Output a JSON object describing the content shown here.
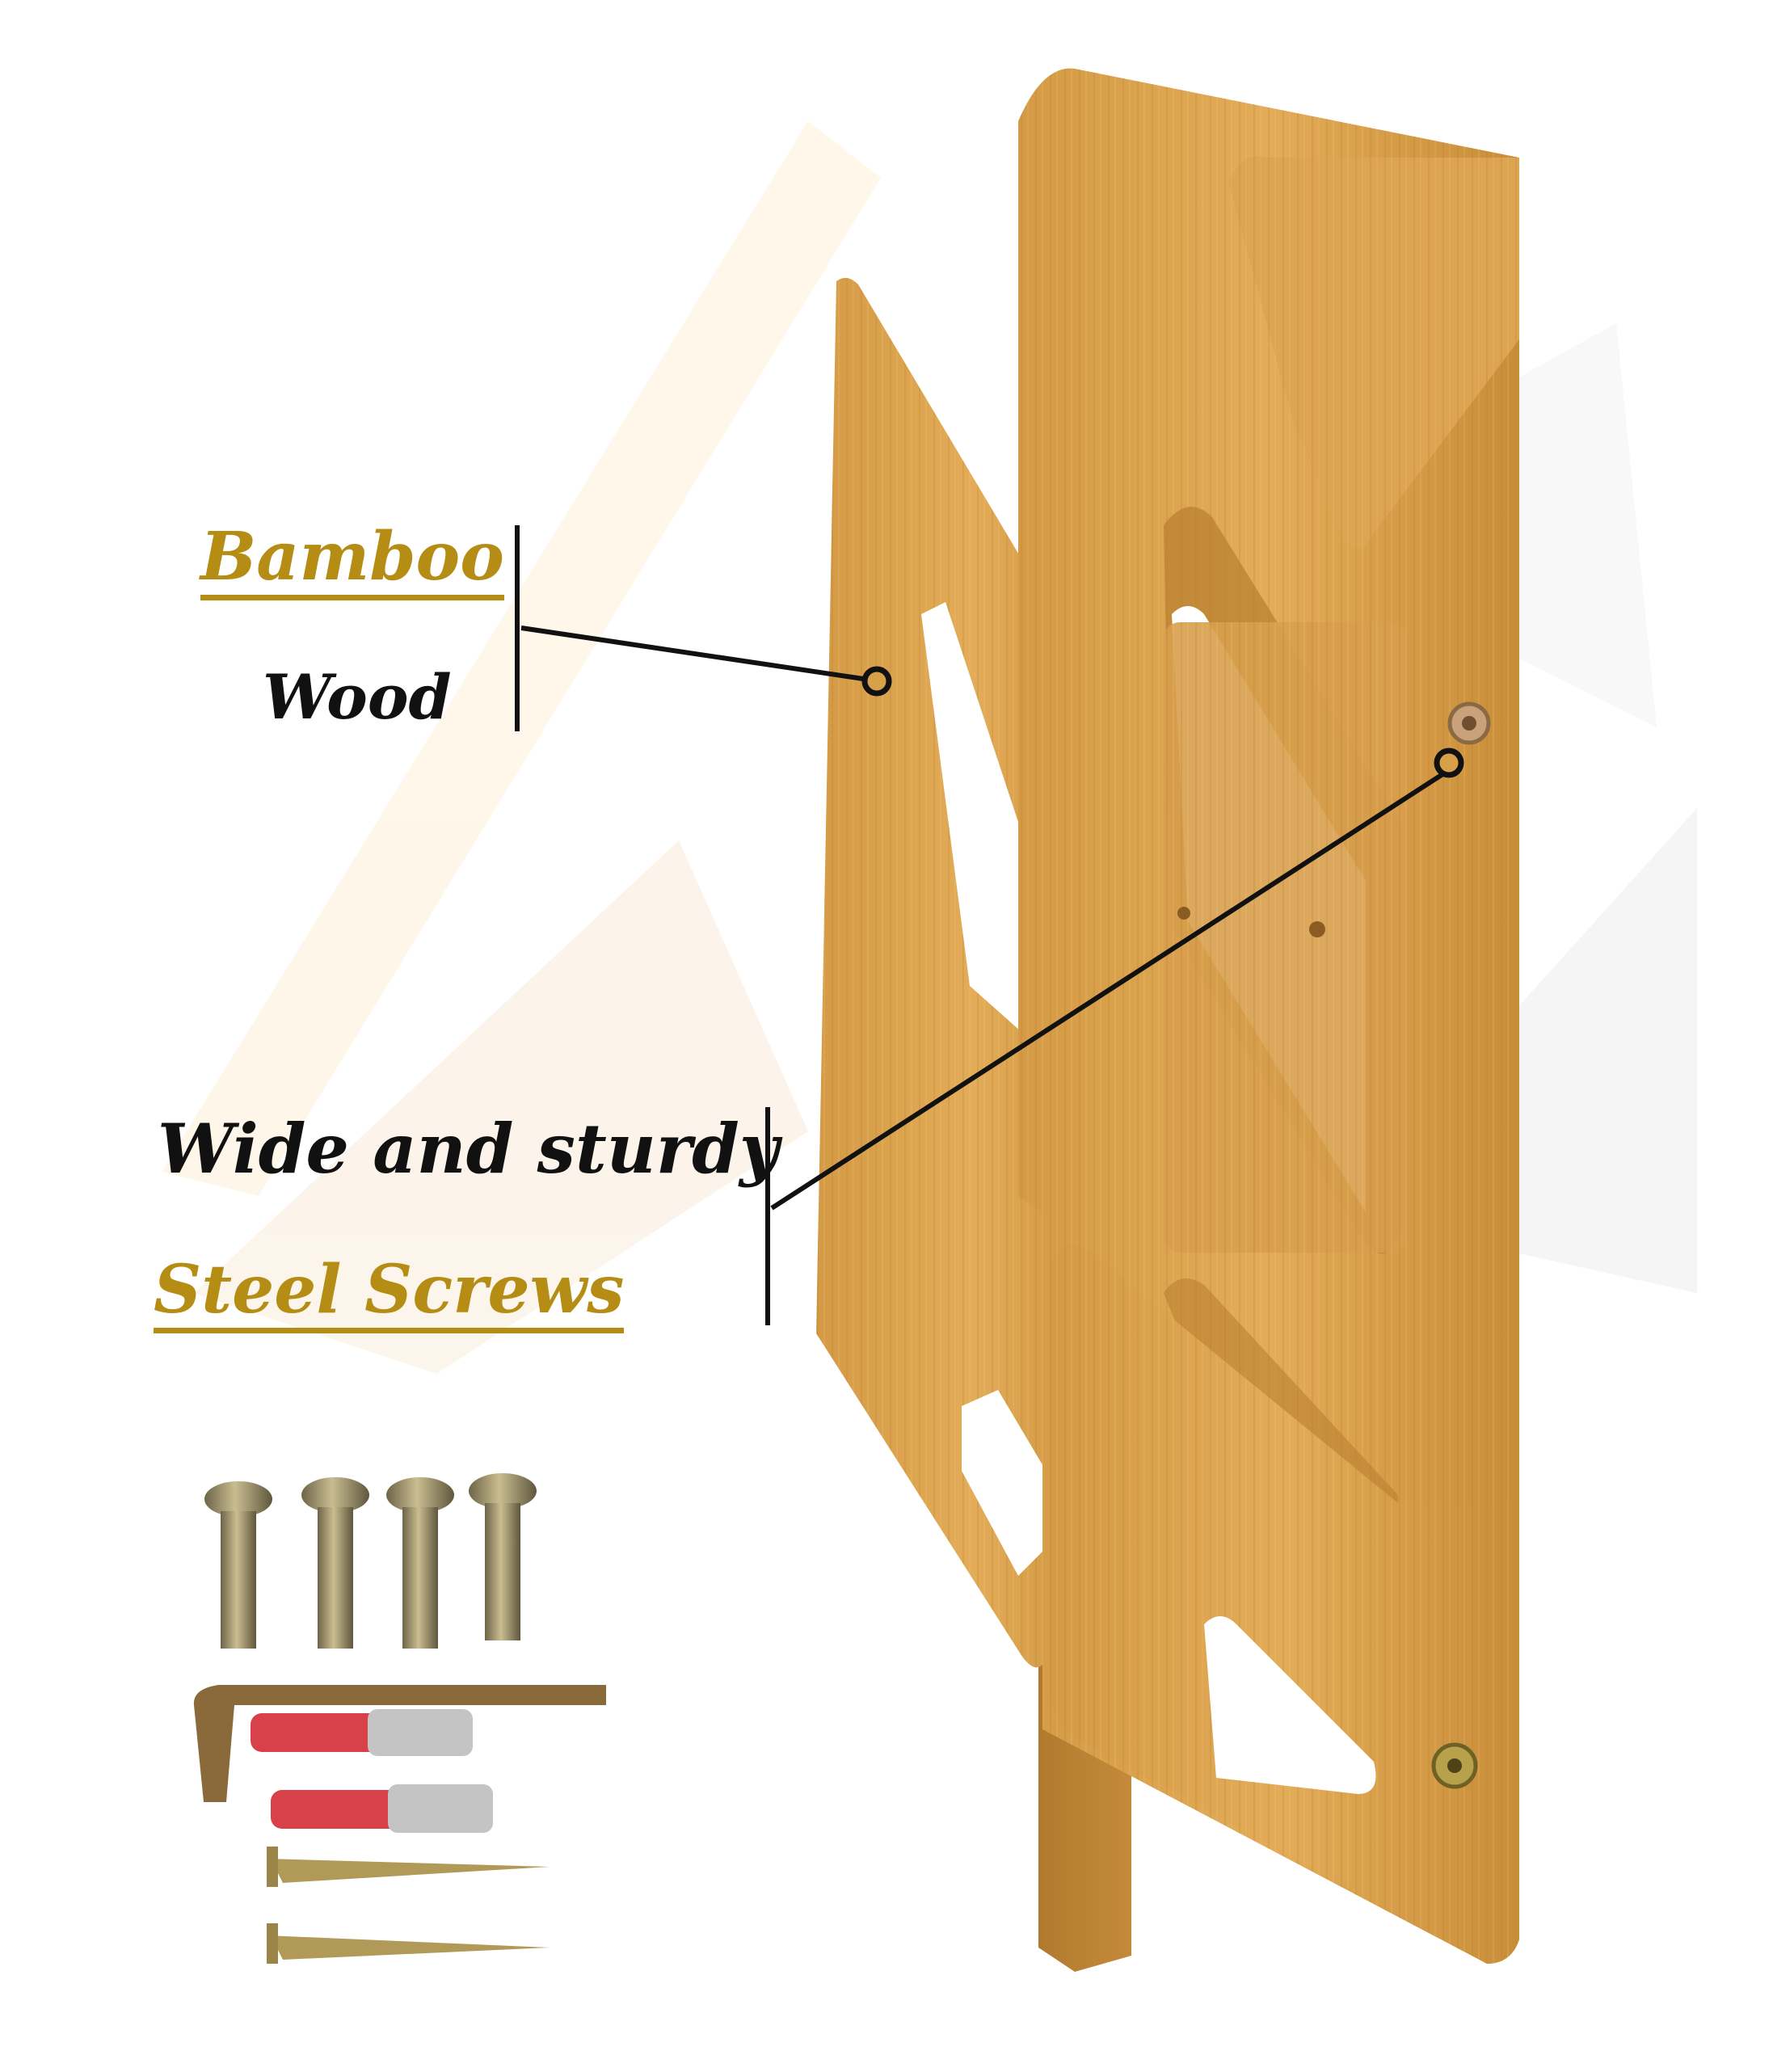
{
  "callouts": {
    "material": {
      "line1": "Bamboo",
      "line2": "Wood"
    },
    "hardware": {
      "line1": "Wide and sturdy",
      "line2": "Steel Screws"
    }
  },
  "colors": {
    "accent_gold": "#b58d14",
    "bamboo_light": "#e1a850",
    "bamboo_mid": "#c98f36",
    "bamboo_dark": "#a9742a",
    "callout_line": "#111111"
  },
  "image": {
    "subject": "bamboo wall-mount rack with mounting hardware",
    "hardware_items": [
      "machine-screw",
      "machine-screw",
      "machine-screw",
      "machine-screw",
      "allen-key",
      "wall-plug",
      "wall-plug",
      "wood-screw",
      "wood-screw"
    ]
  }
}
